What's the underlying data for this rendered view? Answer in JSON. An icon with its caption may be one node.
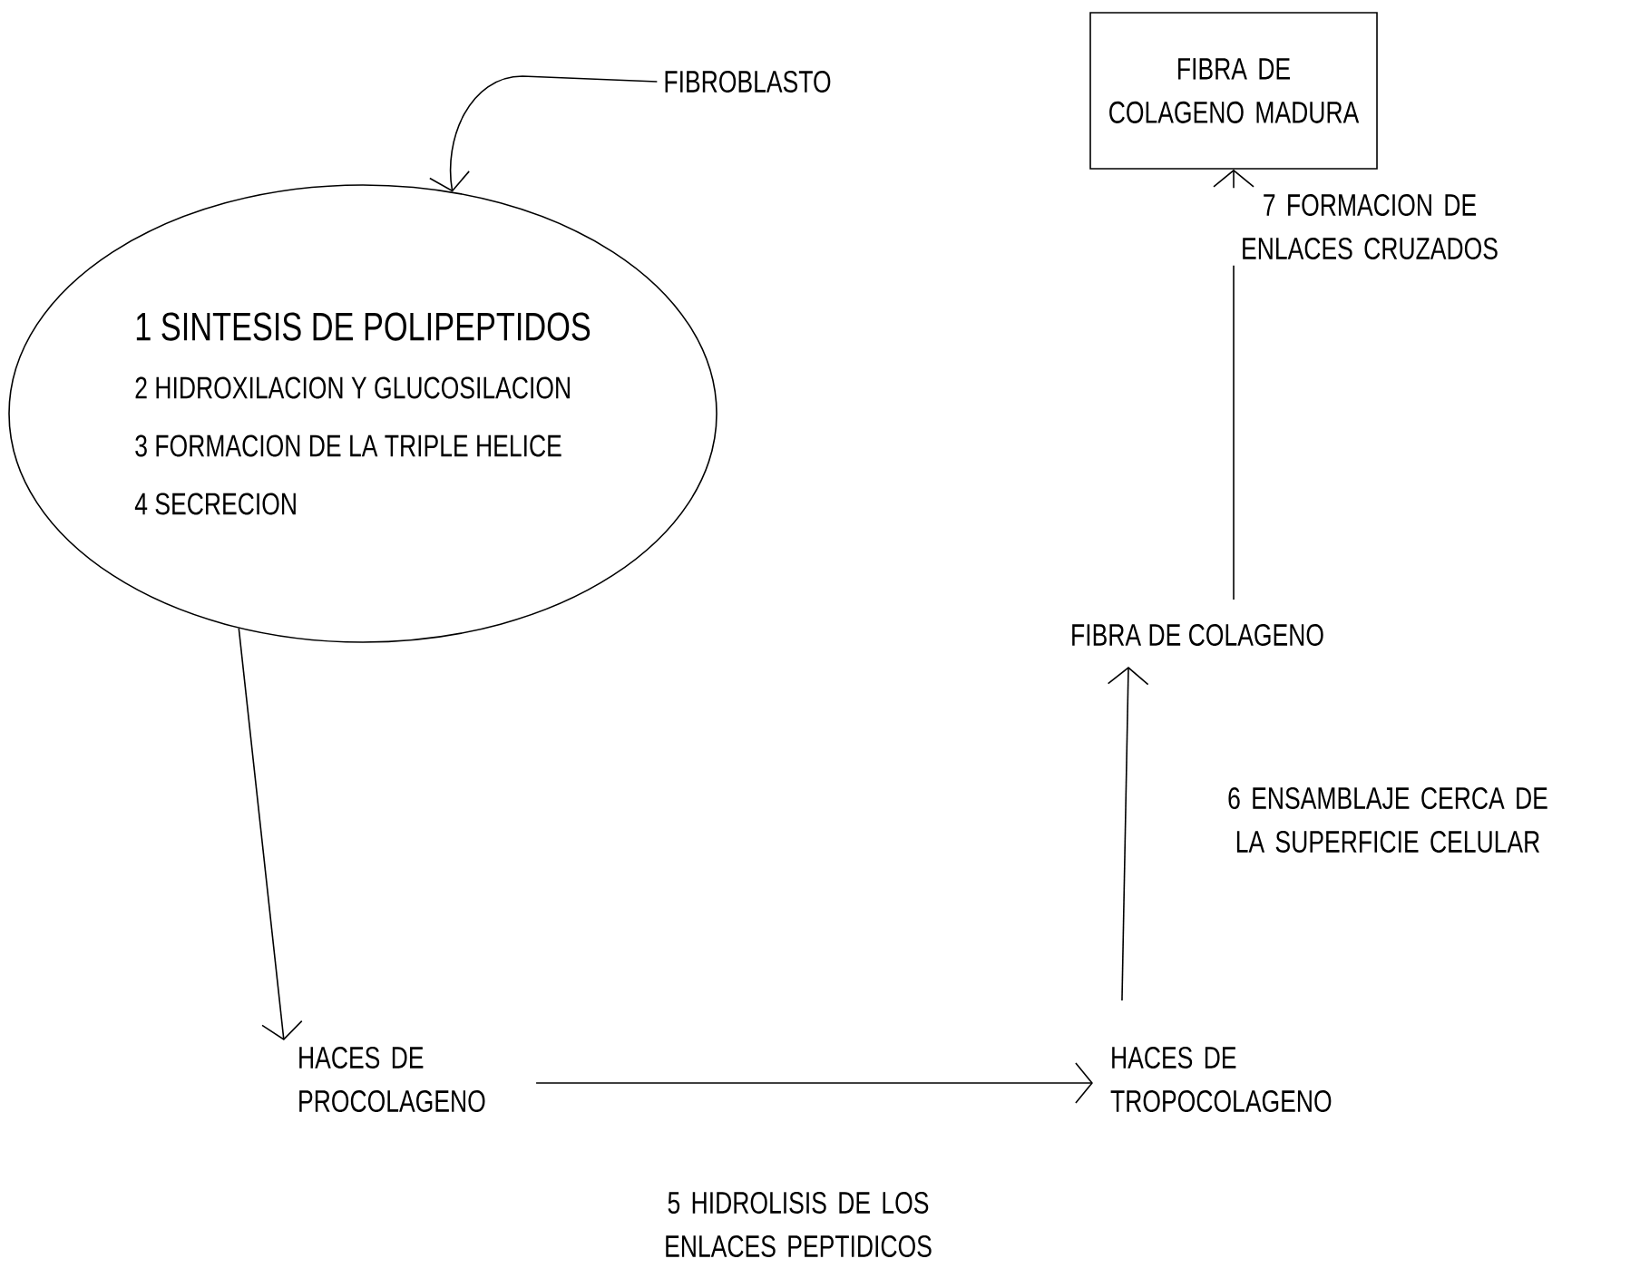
{
  "diagram": {
    "nodes": [
      {
        "text": [
          "FIBROBLASTO"
        ]
      },
      {
        "text": [
          "1 SINTESIS DE POLIPEPTIDOS",
          "2 HIDROXILACION Y GLUCOSILACION",
          "3 FORMACION DE LA TRIPLE HELICE",
          "4 SECRECION"
        ]
      },
      {
        "text": [
          "HACES DE PROCOLAGENO"
        ]
      },
      {
        "text": [
          "HACES DE TROPOCOLAGENO"
        ]
      },
      {
        "text": [
          "FIBRA DE COLAGENO"
        ]
      },
      {
        "text": [
          "FIBRA DE COLAGENO MADURA"
        ]
      }
    ],
    "edges": [
      {
        "from": 0,
        "to": 1,
        "arrow": "to"
      },
      {
        "from": 1,
        "to": 2,
        "arrow": "to"
      },
      {
        "from": 2,
        "to": 3,
        "arrow": "to",
        "label": "5 HIDROLISIS DE LOS ENLACES PEPTIDICOS"
      },
      {
        "from": 3,
        "to": 4,
        "arrow": "to",
        "label": "6 ENSAMBLAJE CERCA DE LA SUPERFICIE CELULAR"
      },
      {
        "from": 4,
        "to": 5,
        "arrow": "to",
        "label": "7 FORMACION DE ENLACES CRUZADOS"
      }
    ]
  }
}
